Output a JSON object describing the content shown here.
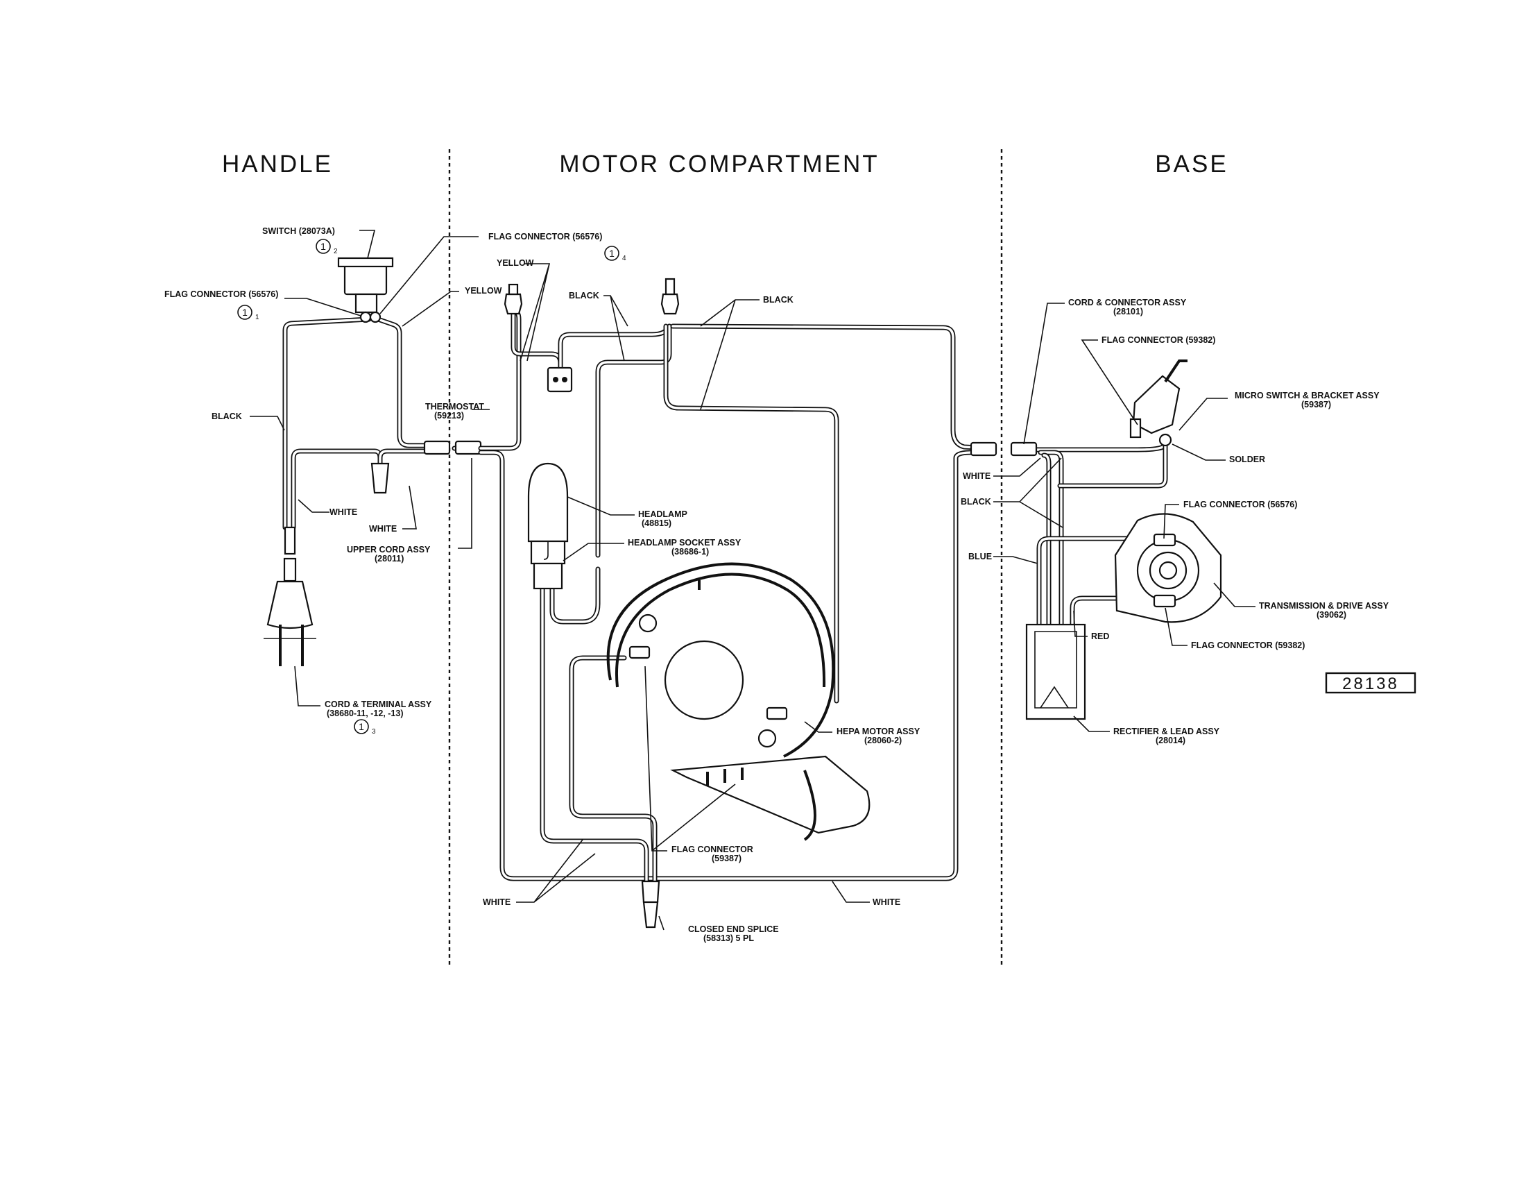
{
  "sections": {
    "handle": "HANDLE",
    "motor": "MOTOR COMPARTMENT",
    "base": "BASE"
  },
  "labels": {
    "switch": "SWITCH (28073A)",
    "flag_conn_56576_handle": "FLAG CONNECTOR (56576)",
    "flag_conn_56576_top": "FLAG CONNECTOR (56576)",
    "yellow_1": "YELLOW",
    "yellow_2": "YELLOW",
    "black_handle": "BLACK",
    "black_1": "BLACK",
    "black_2": "BLACK",
    "white_handle_1": "WHITE",
    "white_handle_2": "WHITE",
    "thermostat_1": "THERMOSTAT",
    "thermostat_2": "(59213)",
    "upper_cord_1": "UPPER CORD ASSY",
    "upper_cord_2": "(28011)",
    "headlamp_1": "HEADLAMP",
    "headlamp_2": "(48815)",
    "headlamp_socket_1": "HEADLAMP SOCKET ASSY",
    "headlamp_socket_2": "(38686-1)",
    "cord_terminal_1": "CORD & TERMINAL ASSY",
    "cord_terminal_2": "(38680-11, -12, -13)",
    "hepa_1": "HEPA MOTOR ASSY",
    "hepa_2": "(28060-2)",
    "flag_conn_59387_1": "FLAG CONNECTOR",
    "flag_conn_59387_2": "(59387)",
    "white_bottom_left": "WHITE",
    "white_bottom_right": "WHITE",
    "closed_splice_1": "CLOSED END SPLICE",
    "closed_splice_2": "(58313) 5 PL",
    "cord_connector_1": "CORD & CONNECTOR ASSY",
    "cord_connector_2": "(28101)",
    "flag_conn_59382_top": "FLAG CONNECTOR (59382)",
    "micro_switch_1": "MICRO SWITCH & BRACKET ASSY",
    "micro_switch_2": "(59387)",
    "solder": "SOLDER",
    "white_base": "WHITE",
    "black_base": "BLACK",
    "blue_base": "BLUE",
    "flag_conn_56576_base": "FLAG CONNECTOR (56576)",
    "transmission_1": "TRANSMISSION & DRIVE ASSY",
    "transmission_2": "(39062)",
    "red_base": "RED",
    "flag_conn_59382_bottom": "FLAG CONNECTOR (59382)",
    "rectifier_1": "RECTIFIER & LEAD ASSY",
    "rectifier_2": "(28014)"
  },
  "notes": {
    "n1_handle": "1",
    "n2_switch": "2",
    "n3_cord": "3",
    "n4_flag": "4"
  },
  "part_id": "28138",
  "colors": {
    "line": "#111111",
    "paper": "#ffffff"
  }
}
